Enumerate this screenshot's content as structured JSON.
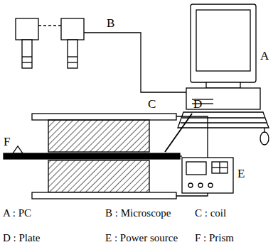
{
  "diagram": {
    "labels": [
      "B",
      "A",
      "C",
      "D",
      "F",
      "E",
      "A : PC",
      "B : Microscope",
      "C : coil",
      "D : Plate",
      "E : Power source",
      "F : Prism"
    ]
  }
}
